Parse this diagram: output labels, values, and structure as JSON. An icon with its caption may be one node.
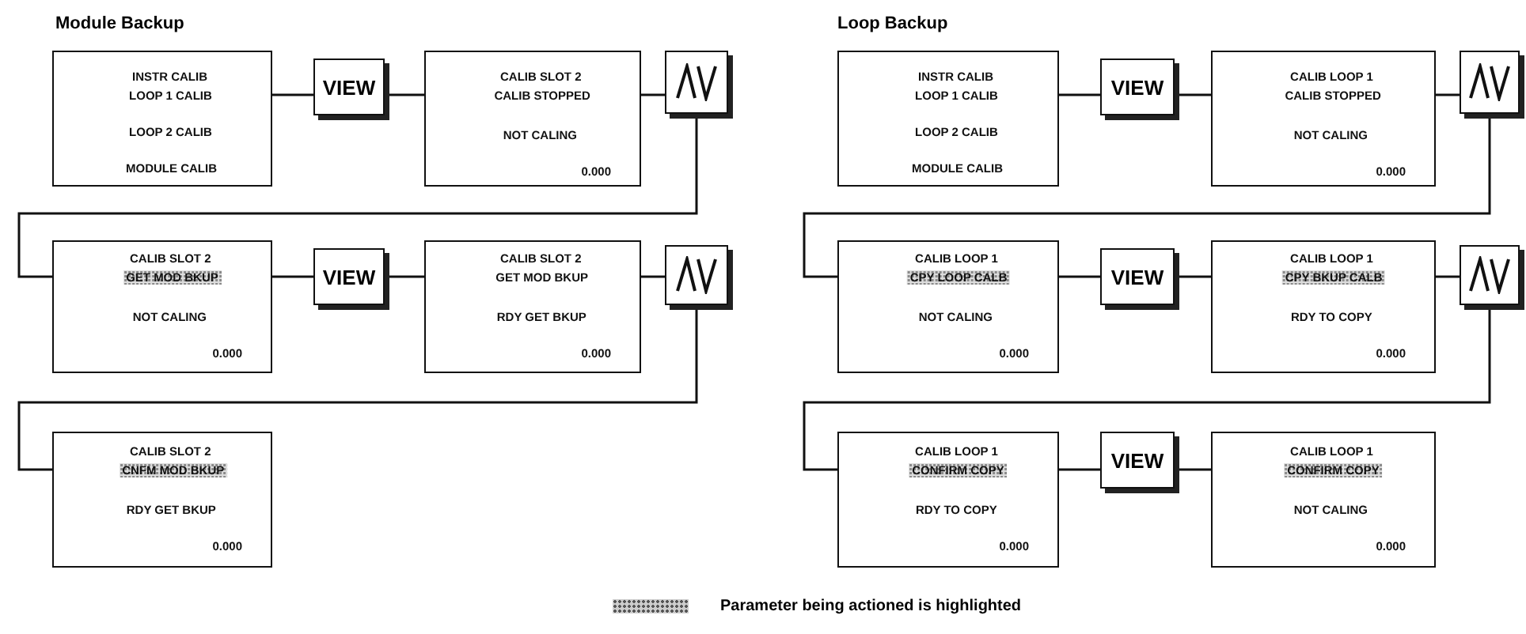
{
  "diagram": {
    "nodes": [
      {
        "text": [
          "INSTR CALIB",
          "LOOP 1 CALIB",
          "LOOP 2 CALIB",
          "MODULE CALIB"
        ]
      },
      {
        "text": [
          "VIEW"
        ]
      },
      {
        "text": [
          "CALIB SLOT 2",
          "CALIB STOPPED",
          "NOT CALING",
          "0.000"
        ]
      },
      {
        "text": [],
        "shape": "picture"
      },
      {
        "text": [
          "CALIB SLOT 2",
          "GET MOD BKUP",
          "NOT CALING",
          "0.000"
        ]
      },
      {
        "text": [
          "VIEW"
        ]
      },
      {
        "text": [
          "CALIB SLOT 2",
          "GET MOD BKUP",
          "RDY GET BKUP",
          "0.000"
        ]
      },
      {
        "text": [],
        "shape": "picture"
      },
      {
        "text": [
          "CALIB SLOT 2",
          "CNFM MOD BKUP",
          "RDY GET BKUP",
          "0.000"
        ]
      },
      {
        "text": [
          "INSTR CALIB",
          "LOOP 1 CALIB",
          "LOOP 2 CALIB",
          "MODULE CALIB"
        ]
      },
      {
        "text": [
          "VIEW"
        ]
      },
      {
        "text": [
          "CALIB LOOP 1",
          "CALIB STOPPED",
          "NOT CALING",
          "0.000"
        ]
      },
      {
        "text": [],
        "shape": "picture"
      },
      {
        "text": [
          "CALIB LOOP 1",
          "CPY LOOP CALB",
          "NOT CALING",
          "0.000"
        ]
      },
      {
        "text": [
          "VIEW"
        ]
      },
      {
        "text": [
          "CALIB LOOP 1",
          "CPY BKUP CALB",
          "RDY TO COPY",
          "0.000"
        ]
      },
      {
        "text": [],
        "shape": "picture"
      },
      {
        "text": [
          "CALIB LOOP 1",
          "CONFIRM COPY",
          "RDY TO COPY",
          "0.000"
        ]
      },
      {
        "text": [
          "VIEW"
        ]
      },
      {
        "text": [
          "CALIB LOOP 1",
          "CONFIRM COPY",
          "NOT CALING",
          "0.000"
        ]
      }
    ],
    "edges": [
      {
        "from": 0,
        "to": 1,
        "arrow": "none"
      },
      {
        "from": 1,
        "to": 2,
        "arrow": "none"
      },
      {
        "from": 2,
        "to": 3,
        "arrow": "none"
      },
      {
        "from": 3,
        "to": 4,
        "arrow": "none"
      },
      {
        "from": 4,
        "to": 5,
        "arrow": "none"
      },
      {
        "from": 5,
        "to": 6,
        "arrow": "none"
      },
      {
        "from": 6,
        "to": 7,
        "arrow": "none"
      },
      {
        "from": 7,
        "to": 8,
        "arrow": "none"
      },
      {
        "from": 9,
        "to": 10,
        "arrow": "none"
      },
      {
        "from": 10,
        "to": 11,
        "arrow": "none"
      },
      {
        "from": 11,
        "to": 12,
        "arrow": "none"
      },
      {
        "from": 12,
        "to": 13,
        "arrow": "none"
      },
      {
        "from": 13,
        "to": 14,
        "arrow": "none"
      },
      {
        "from": 14,
        "to": 15,
        "arrow": "none"
      },
      {
        "from": 15,
        "to": 16,
        "arrow": "none"
      },
      {
        "from": 16,
        "to": 17,
        "arrow": "none"
      },
      {
        "from": 17,
        "to": 18,
        "arrow": "none"
      },
      {
        "from": 18,
        "to": 19,
        "arrow": "none"
      }
    ],
    "labels": [
      "Module Backup",
      "Loop Backup"
    ],
    "legend": [
      {
        "text": "Parameter being actioned is highlighted"
      }
    ]
  }
}
